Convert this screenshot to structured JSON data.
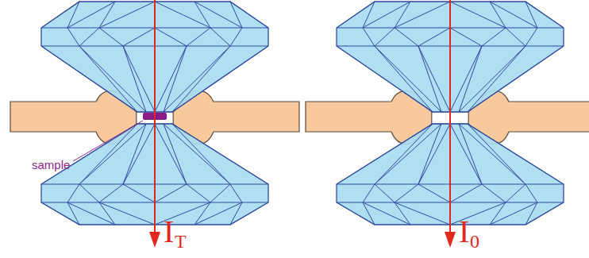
{
  "diagram": {
    "labels": [
      "sample",
      "I",
      "T",
      "I",
      "0"
    ]
  }
}
